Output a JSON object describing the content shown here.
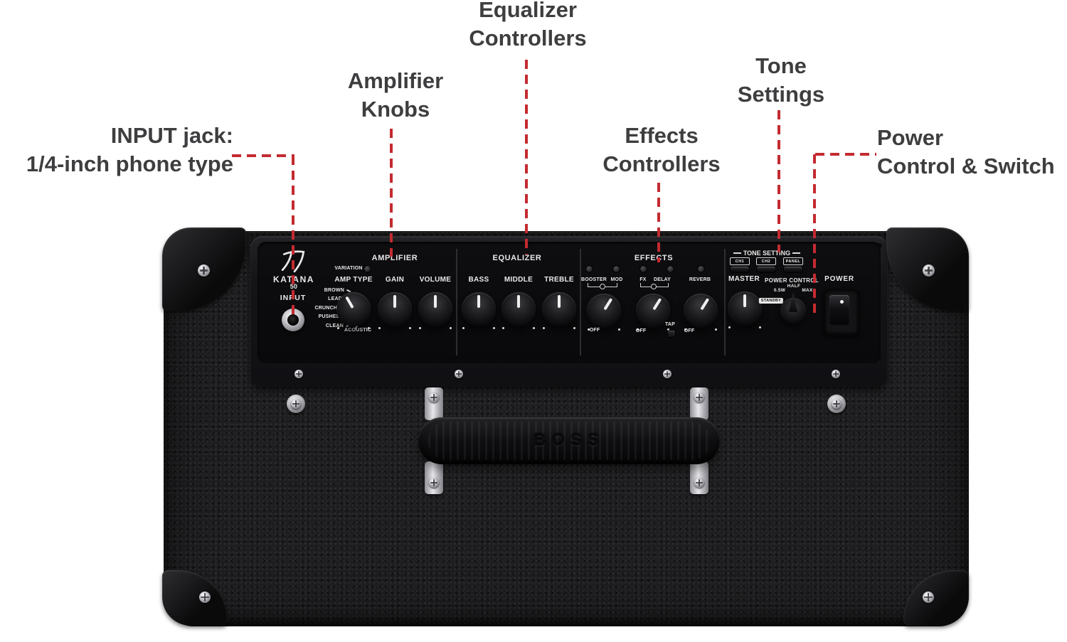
{
  "callouts": {
    "input": {
      "line1": "INPUT jack:",
      "line2": "1/4-inch phone type"
    },
    "amplifier": {
      "line1": "Amplifier",
      "line2": "Knobs"
    },
    "equalizer": {
      "line1": "Equalizer",
      "line2": "Controllers"
    },
    "effects": {
      "line1": "Effects",
      "line2": "Controllers"
    },
    "tone": {
      "line1": "Tone",
      "line2": "Settings"
    },
    "power": {
      "line1": "Power",
      "line2": "Control & Switch"
    }
  },
  "panel": {
    "brand": {
      "name": "KATANA",
      "model": "50"
    },
    "input_label": "INPUT",
    "amp": {
      "header": "AMPLIFIER",
      "variation": "VARIATION",
      "amp_type": "AMP TYPE",
      "types": [
        "BROWN",
        "LEAD",
        "CRUNCH",
        "PUSHED",
        "CLEAN",
        "ACOUSTIC"
      ],
      "gain": "GAIN",
      "volume": "VOLUME"
    },
    "eq": {
      "header": "EQUALIZER",
      "bass": "BASS",
      "middle": "MIDDLE",
      "treble": "TREBLE"
    },
    "fx": {
      "header": "EFFECTS",
      "booster": "BOOSTER",
      "mod": "MOD",
      "fx": "FX",
      "delay": "DELAY",
      "reverb": "REVERB",
      "off": "OFF",
      "tap": "TAP"
    },
    "tone": {
      "header": "TONE SETTING",
      "ch1": "CH1",
      "ch2": "CH2",
      "panel_btn": "PANEL",
      "master": "MASTER",
      "power_control": "POWER CONTROL",
      "w05": "0.5W",
      "half": "HALF",
      "max": "MAX",
      "standby": "STANDBY"
    },
    "power_label": "POWER"
  },
  "handle": {
    "brand": "BOSS"
  },
  "knob_rotations": {
    "amp_type": -30,
    "gain": 0,
    "volume": 0,
    "bass": 0,
    "middle": 0,
    "treble": 0,
    "booster_mod": 32,
    "fx_delay": 32,
    "reverb": 32,
    "master": 0
  },
  "colors": {
    "accent_red": "#c32b30",
    "callout_text": "#3e3e40",
    "amp_body": "#1d1d1f",
    "panel": "#0a0a0c",
    "panel_label": "#e9e9e9"
  }
}
